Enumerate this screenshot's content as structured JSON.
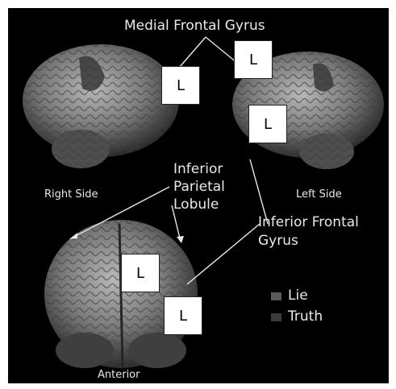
{
  "labels": {
    "medial_frontal_gyrus": "Medial Frontal Gyrus",
    "inferior_parietal": [
      "Inferior",
      "Parietal",
      "Lobule"
    ],
    "inferior_frontal": [
      "Inferior Frontal",
      "Gyrus"
    ],
    "right_side": "Right Side",
    "left_side": "Left Side",
    "anterior": "Anterior"
  },
  "markers": [
    "L",
    "L",
    "L",
    "L",
    "L"
  ],
  "legend": {
    "items": [
      {
        "label": "Lie",
        "color": "#5a5a5a"
      },
      {
        "label": "Truth",
        "color": "#3a3a3a"
      }
    ]
  },
  "colors": {
    "background": "#000000",
    "brain": "#7a7a7a",
    "text": "#e9e9e9"
  }
}
